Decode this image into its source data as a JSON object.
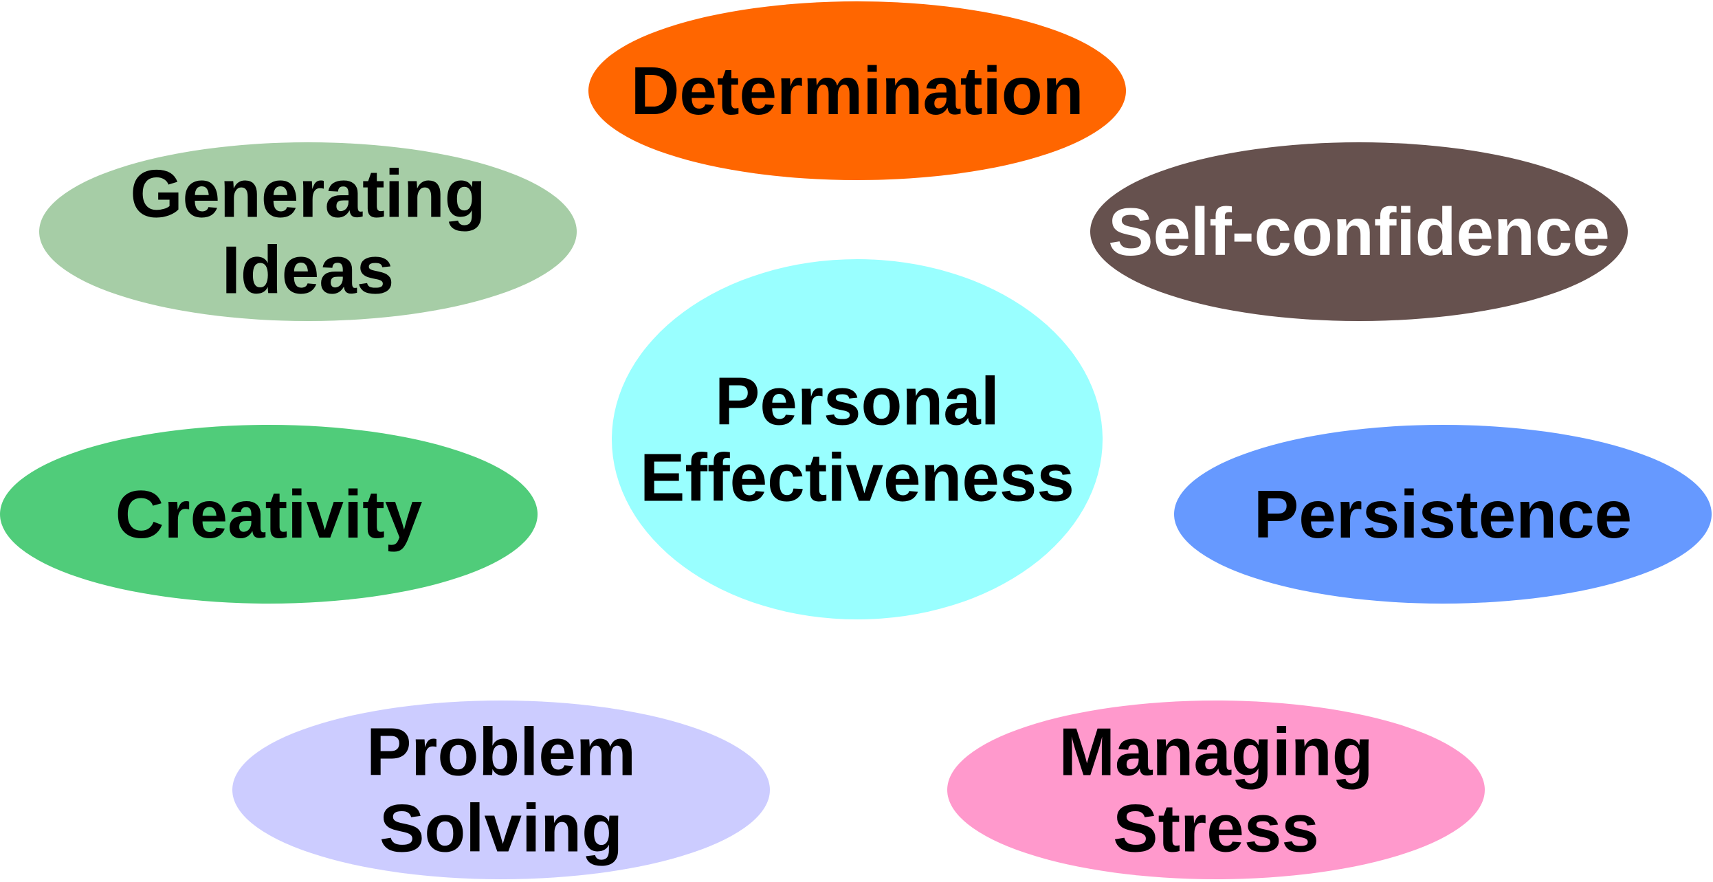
{
  "center": {
    "label_lines": [
      "Personal",
      "Effectiveness"
    ],
    "color": "#99FFFF",
    "text_color": "#000000"
  },
  "nodes": [
    {
      "id": "determination",
      "label_lines": [
        "Determination"
      ],
      "color": "#FF6600",
      "text_color": "#000000"
    },
    {
      "id": "generating-ideas",
      "label_lines": [
        "Generating",
        "Ideas"
      ],
      "color": "#A6CDA6",
      "text_color": "#000000"
    },
    {
      "id": "self-confidence",
      "label_lines": [
        "Self-confidence"
      ],
      "color": "#66514E",
      "text_color": "#FFFFFF"
    },
    {
      "id": "creativity",
      "label_lines": [
        "Creativity"
      ],
      "color": "#50CC7A",
      "text_color": "#000000"
    },
    {
      "id": "persistence",
      "label_lines": [
        "Persistence"
      ],
      "color": "#6699FF",
      "text_color": "#000000"
    },
    {
      "id": "problem-solving",
      "label_lines": [
        "Problem",
        "Solving"
      ],
      "color": "#CCCCFF",
      "text_color": "#000000"
    },
    {
      "id": "managing-stress",
      "label_lines": [
        "Managing",
        "Stress"
      ],
      "color": "#FF99CC",
      "text_color": "#000000"
    }
  ]
}
